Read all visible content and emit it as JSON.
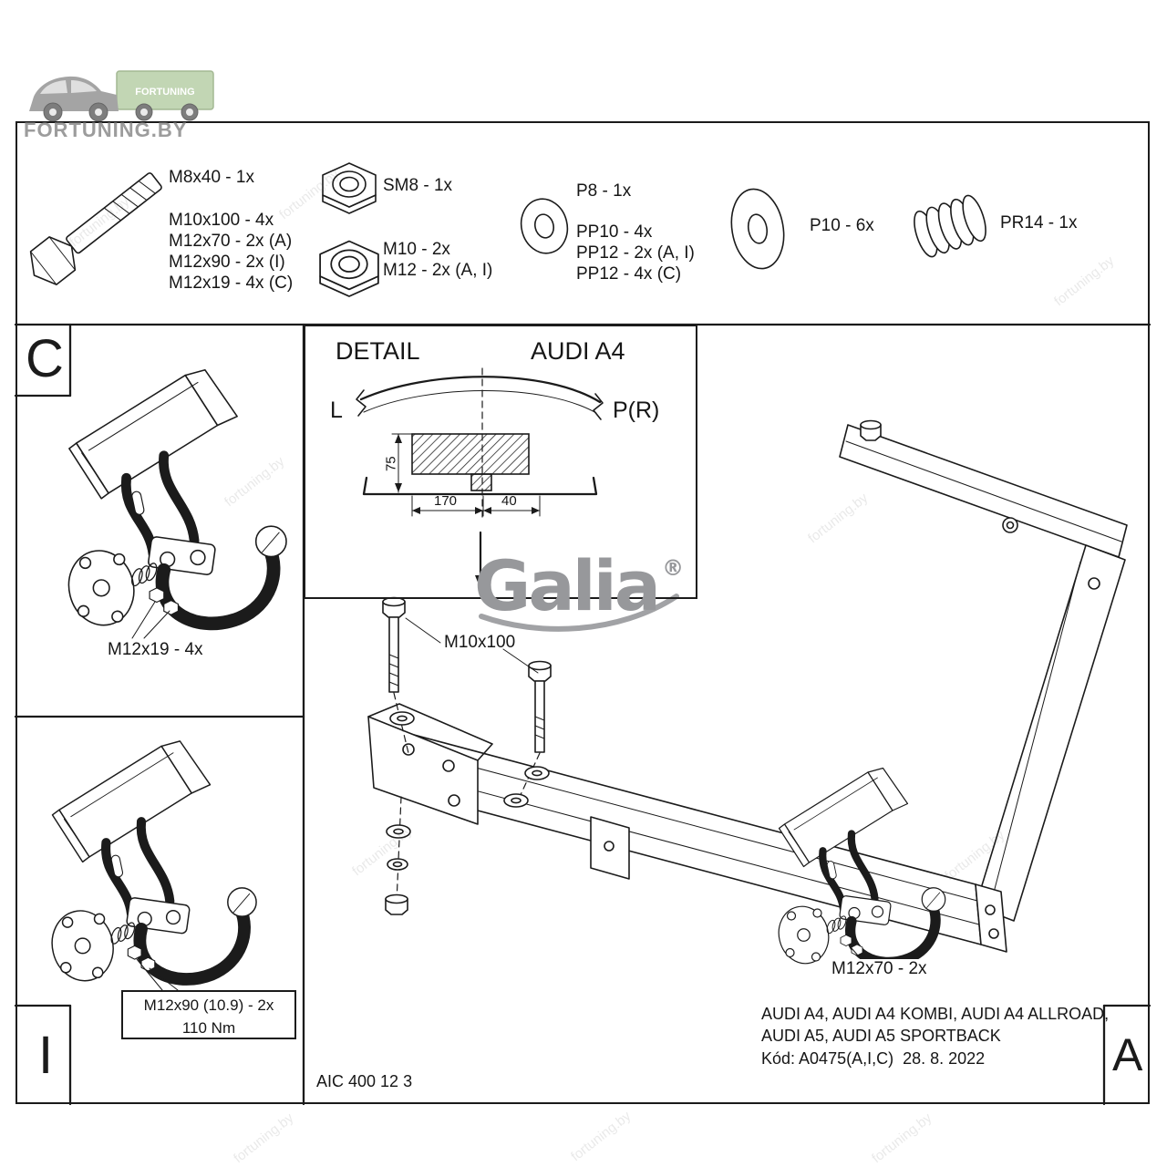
{
  "brand_header": {
    "trailer_text": "FORTUNING",
    "site": "FORTUNING.BY"
  },
  "watermark_text": "fortuning.by",
  "parts": {
    "bolt_label": "M8x40 - 1x",
    "bolt_list": [
      "M10x100 - 4x",
      "M12x70 - 2x (A)",
      "M12x90 - 2x (I)",
      "M12x19 - 4x (C)"
    ],
    "nut1_label": "SM8 - 1x",
    "nut2_list": [
      "M10 - 2x",
      "M12 - 2x (A, I)"
    ],
    "washer1_label": "P8 - 1x",
    "washer1_list": [
      "PP10 - 4x",
      "PP12 - 2x (A, I)",
      "PP12 - 4x (C)"
    ],
    "washer2_label": "P10 - 6x",
    "spring_label": "PR14 - 1x"
  },
  "panel_letters": {
    "top_left": "C",
    "bottom_left": "I",
    "bottom_right": "A"
  },
  "detail": {
    "title": "DETAIL",
    "model": "AUDI A4",
    "left_mark": "L",
    "right_mark": "P(R)",
    "dim_height": "75",
    "dim_width1": "170",
    "dim_width2": "40"
  },
  "callouts": {
    "c_assembly": "M12x19 - 4x",
    "i_assembly_line1": "M12x90 (10.9) - 2x",
    "i_assembly_line2": "110 Nm",
    "main_bolts": "M10x100",
    "right_assembly": "M12x70 - 2x"
  },
  "logo": {
    "name": "Galia",
    "reg": "®"
  },
  "footer": {
    "doc_code": "AIC 400 12 3",
    "vehicles_line1": "AUDI A4, AUDI A4 KOMBI, AUDI A4 ALLROAD,",
    "vehicles_line2": "AUDI A5, AUDI A5 SPORTBACK",
    "code_date": "Kód: A0475(A,I,C)  28. 8. 2022"
  }
}
